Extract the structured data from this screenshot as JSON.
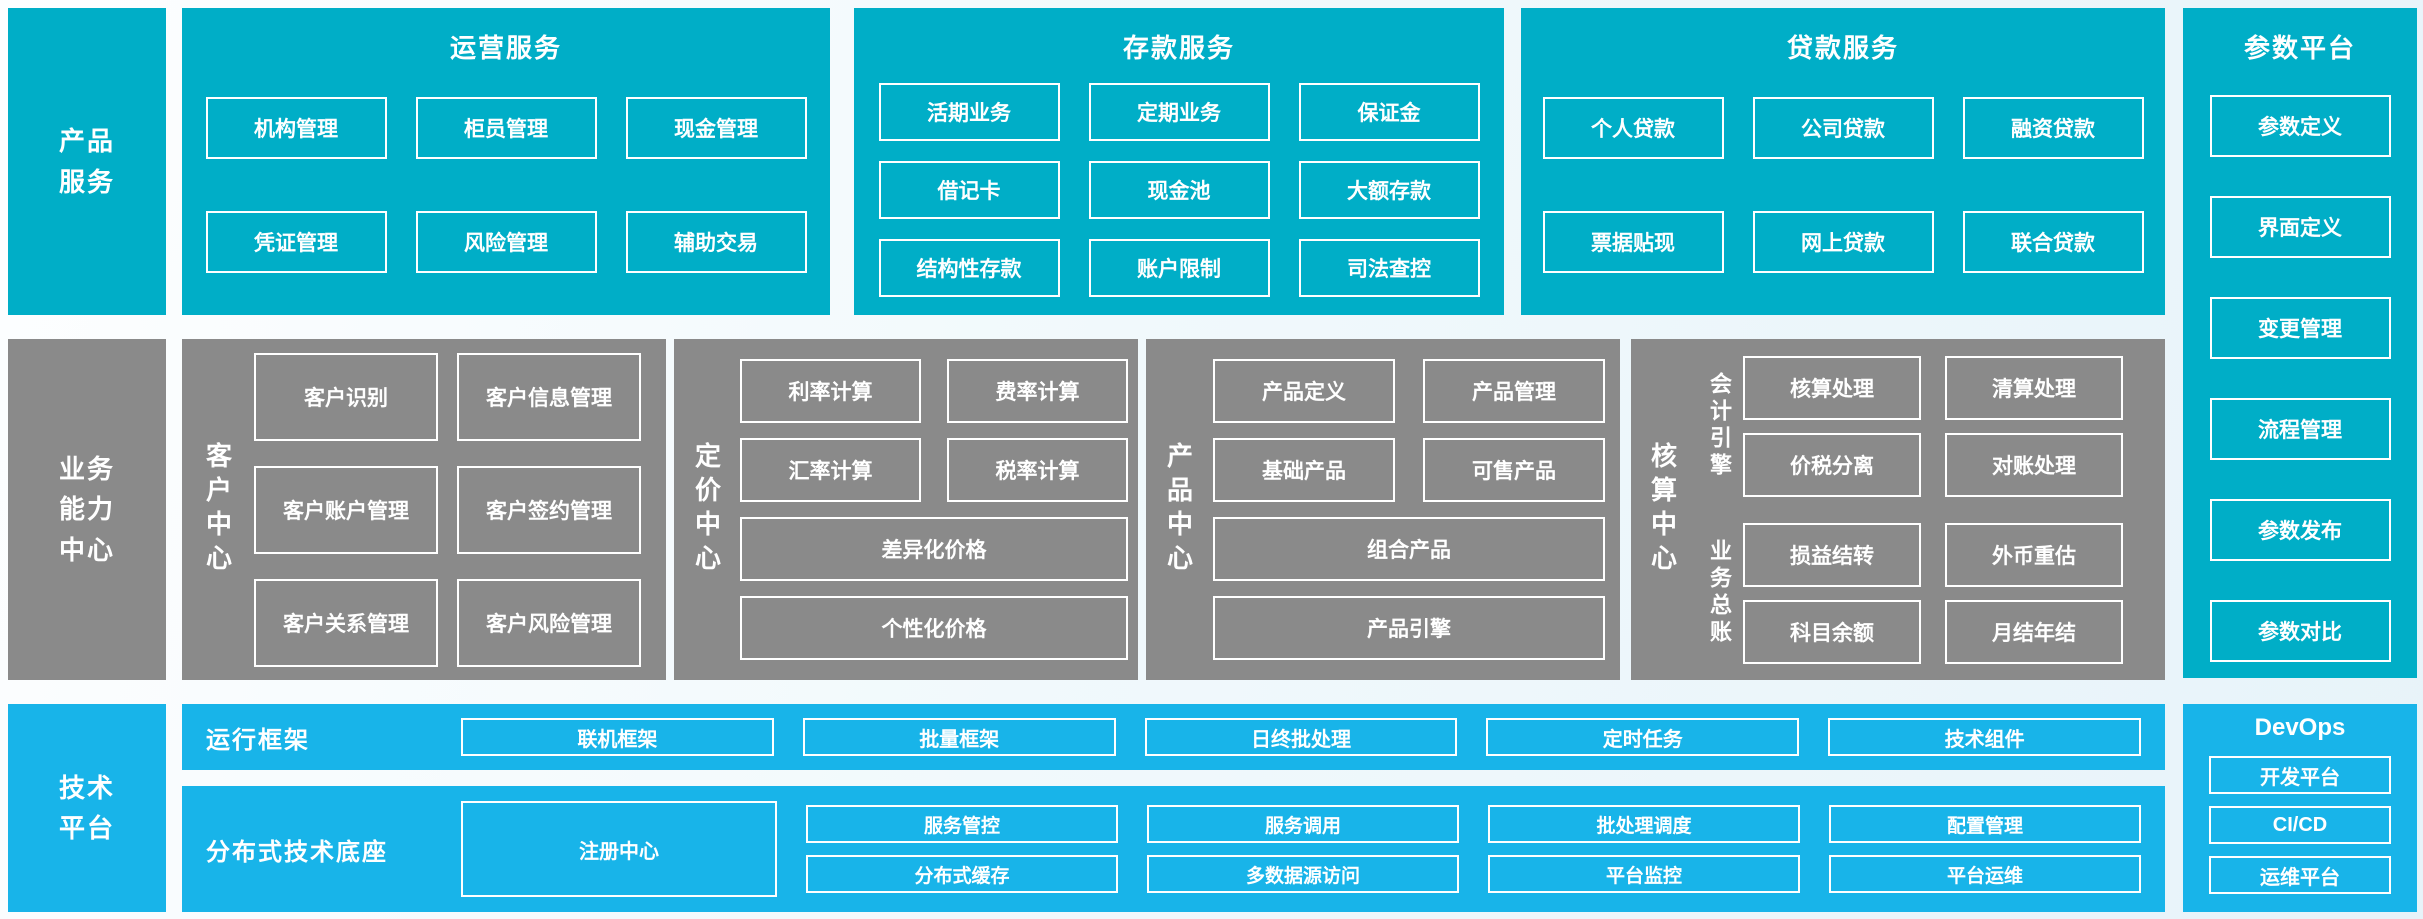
{
  "palette": {
    "teal": "#00AEC7",
    "gray": "#8A8A8A",
    "blue": "#18B4E9",
    "box_border": "#FFFFFF",
    "text": "#FFFFFF"
  },
  "sidebar": {
    "product": {
      "lines": [
        "产品",
        "服务"
      ]
    },
    "capability": {
      "lines": [
        "业务",
        "能力",
        "中心"
      ]
    },
    "tech": {
      "lines": [
        "技术",
        "平台"
      ]
    }
  },
  "top": {
    "operations": {
      "title": "运营服务",
      "boxes": [
        "机构管理",
        "柜员管理",
        "现金管理",
        "凭证管理",
        "风险管理",
        "辅助交易"
      ]
    },
    "deposit": {
      "title": "存款服务",
      "boxes": [
        "活期业务",
        "定期业务",
        "保证金",
        "借记卡",
        "现金池",
        "大额存款",
        "结构性存款",
        "账户限制",
        "司法查控"
      ]
    },
    "loan": {
      "title": "贷款服务",
      "boxes": [
        "个人贷款",
        "公司贷款",
        "融资贷款",
        "票据贴现",
        "网上贷款",
        "联合贷款"
      ]
    },
    "params": {
      "title": "参数平台",
      "boxes": [
        "参数定义",
        "界面定义",
        "变更管理",
        "流程管理",
        "参数发布",
        "参数对比"
      ]
    }
  },
  "centers": {
    "customer": {
      "label": "客户中心",
      "boxes": [
        "客户识别",
        "客户信息管理",
        "客户账户管理",
        "客户签约管理",
        "客户关系管理",
        "客户风险管理"
      ]
    },
    "pricing": {
      "label": "定价中心",
      "boxes": [
        "利率计算",
        "费率计算",
        "汇率计算",
        "税率计算"
      ],
      "wide": [
        "差异化价格",
        "个性化价格"
      ]
    },
    "product": {
      "label": "产品中心",
      "boxes": [
        "产品定义",
        "产品管理",
        "基础产品",
        "可售产品"
      ],
      "wide": [
        "组合产品",
        "产品引擎"
      ]
    },
    "accounting": {
      "label": "核算中心",
      "groups": [
        {
          "label": "会计引擎",
          "boxes": [
            "核算处理",
            "清算处理",
            "价税分离",
            "对账处理"
          ]
        },
        {
          "label": "业务总账",
          "boxes": [
            "损益结转",
            "外币重估",
            "科目余额",
            "月结年结"
          ]
        }
      ]
    }
  },
  "tech": {
    "runtime": {
      "label": "运行框架",
      "boxes": [
        "联机框架",
        "批量框架",
        "日终批处理",
        "定时任务",
        "技术组件"
      ]
    },
    "distributed": {
      "label": "分布式技术底座",
      "register": "注册中心",
      "cols": [
        [
          "服务管控",
          "分布式缓存"
        ],
        [
          "服务调用",
          "多数据源访问"
        ],
        [
          "批处理调度",
          "平台监控"
        ],
        [
          "配置管理",
          "平台运维"
        ]
      ]
    },
    "devops": {
      "title": "DevOps",
      "boxes": [
        "开发平台",
        "CI/CD",
        "运维平台"
      ]
    }
  }
}
